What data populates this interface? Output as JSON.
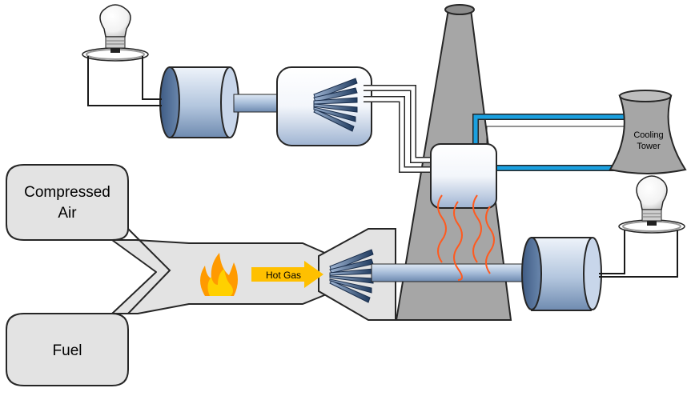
{
  "labels": {
    "compressed_air_line1": "Compressed",
    "compressed_air_line2": "Air",
    "fuel": "Fuel",
    "hot_gas": "Hot Gas",
    "cooling_tower_line1": "Cooling",
    "cooling_tower_line2": "Tower"
  },
  "colors": {
    "duct_fill": "#e3e3e3",
    "stack_fill": "#a6a6a6",
    "metal_light": "#dde7f3",
    "metal_dark": "#7d97b8",
    "turbine_blade": "#243f62",
    "coolant_pipe": "#1aa0e0",
    "heat_wave": "#ff5a1f",
    "hot_gas_arrow": "#ffc000",
    "flame_outer": "#ff9a00",
    "flame_inner": "#ffd000"
  },
  "icons": {
    "bulb": "light-bulb-icon",
    "flame": "flame-icon",
    "heat": "heat-wave-icon"
  }
}
